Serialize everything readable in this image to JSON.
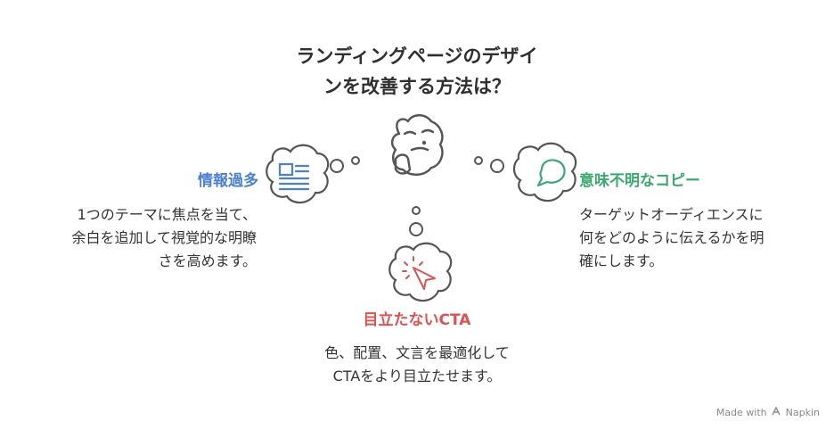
{
  "title": {
    "line1": "ランディングページのデザイ",
    "line2": "ンを改善する方法は？"
  },
  "left": {
    "heading": "情報過多",
    "body": [
      "1つのテーマに焦点を当て、",
      "余白を追加して視覚的な明瞭",
      "さを高めます。"
    ],
    "color": "#4a7fd6",
    "icon": "document-icon"
  },
  "right": {
    "heading": "意味不明なコピー",
    "body": [
      "ターゲットオーディエンスに",
      "何をどのように伝えるかを明",
      "確にします。"
    ],
    "color": "#3aaa6c",
    "icon": "speech-bubble-icon"
  },
  "center": {
    "heading": "目立たないCTA",
    "body": [
      "色、配置、文言を最適化して",
      "CTAをより目立たせます。"
    ],
    "color": "#e05252",
    "icon": "cursor-click-icon"
  },
  "center_icon": "thinking-face-icon",
  "footer": {
    "made_with": "Made with",
    "brand": "Napkin"
  }
}
